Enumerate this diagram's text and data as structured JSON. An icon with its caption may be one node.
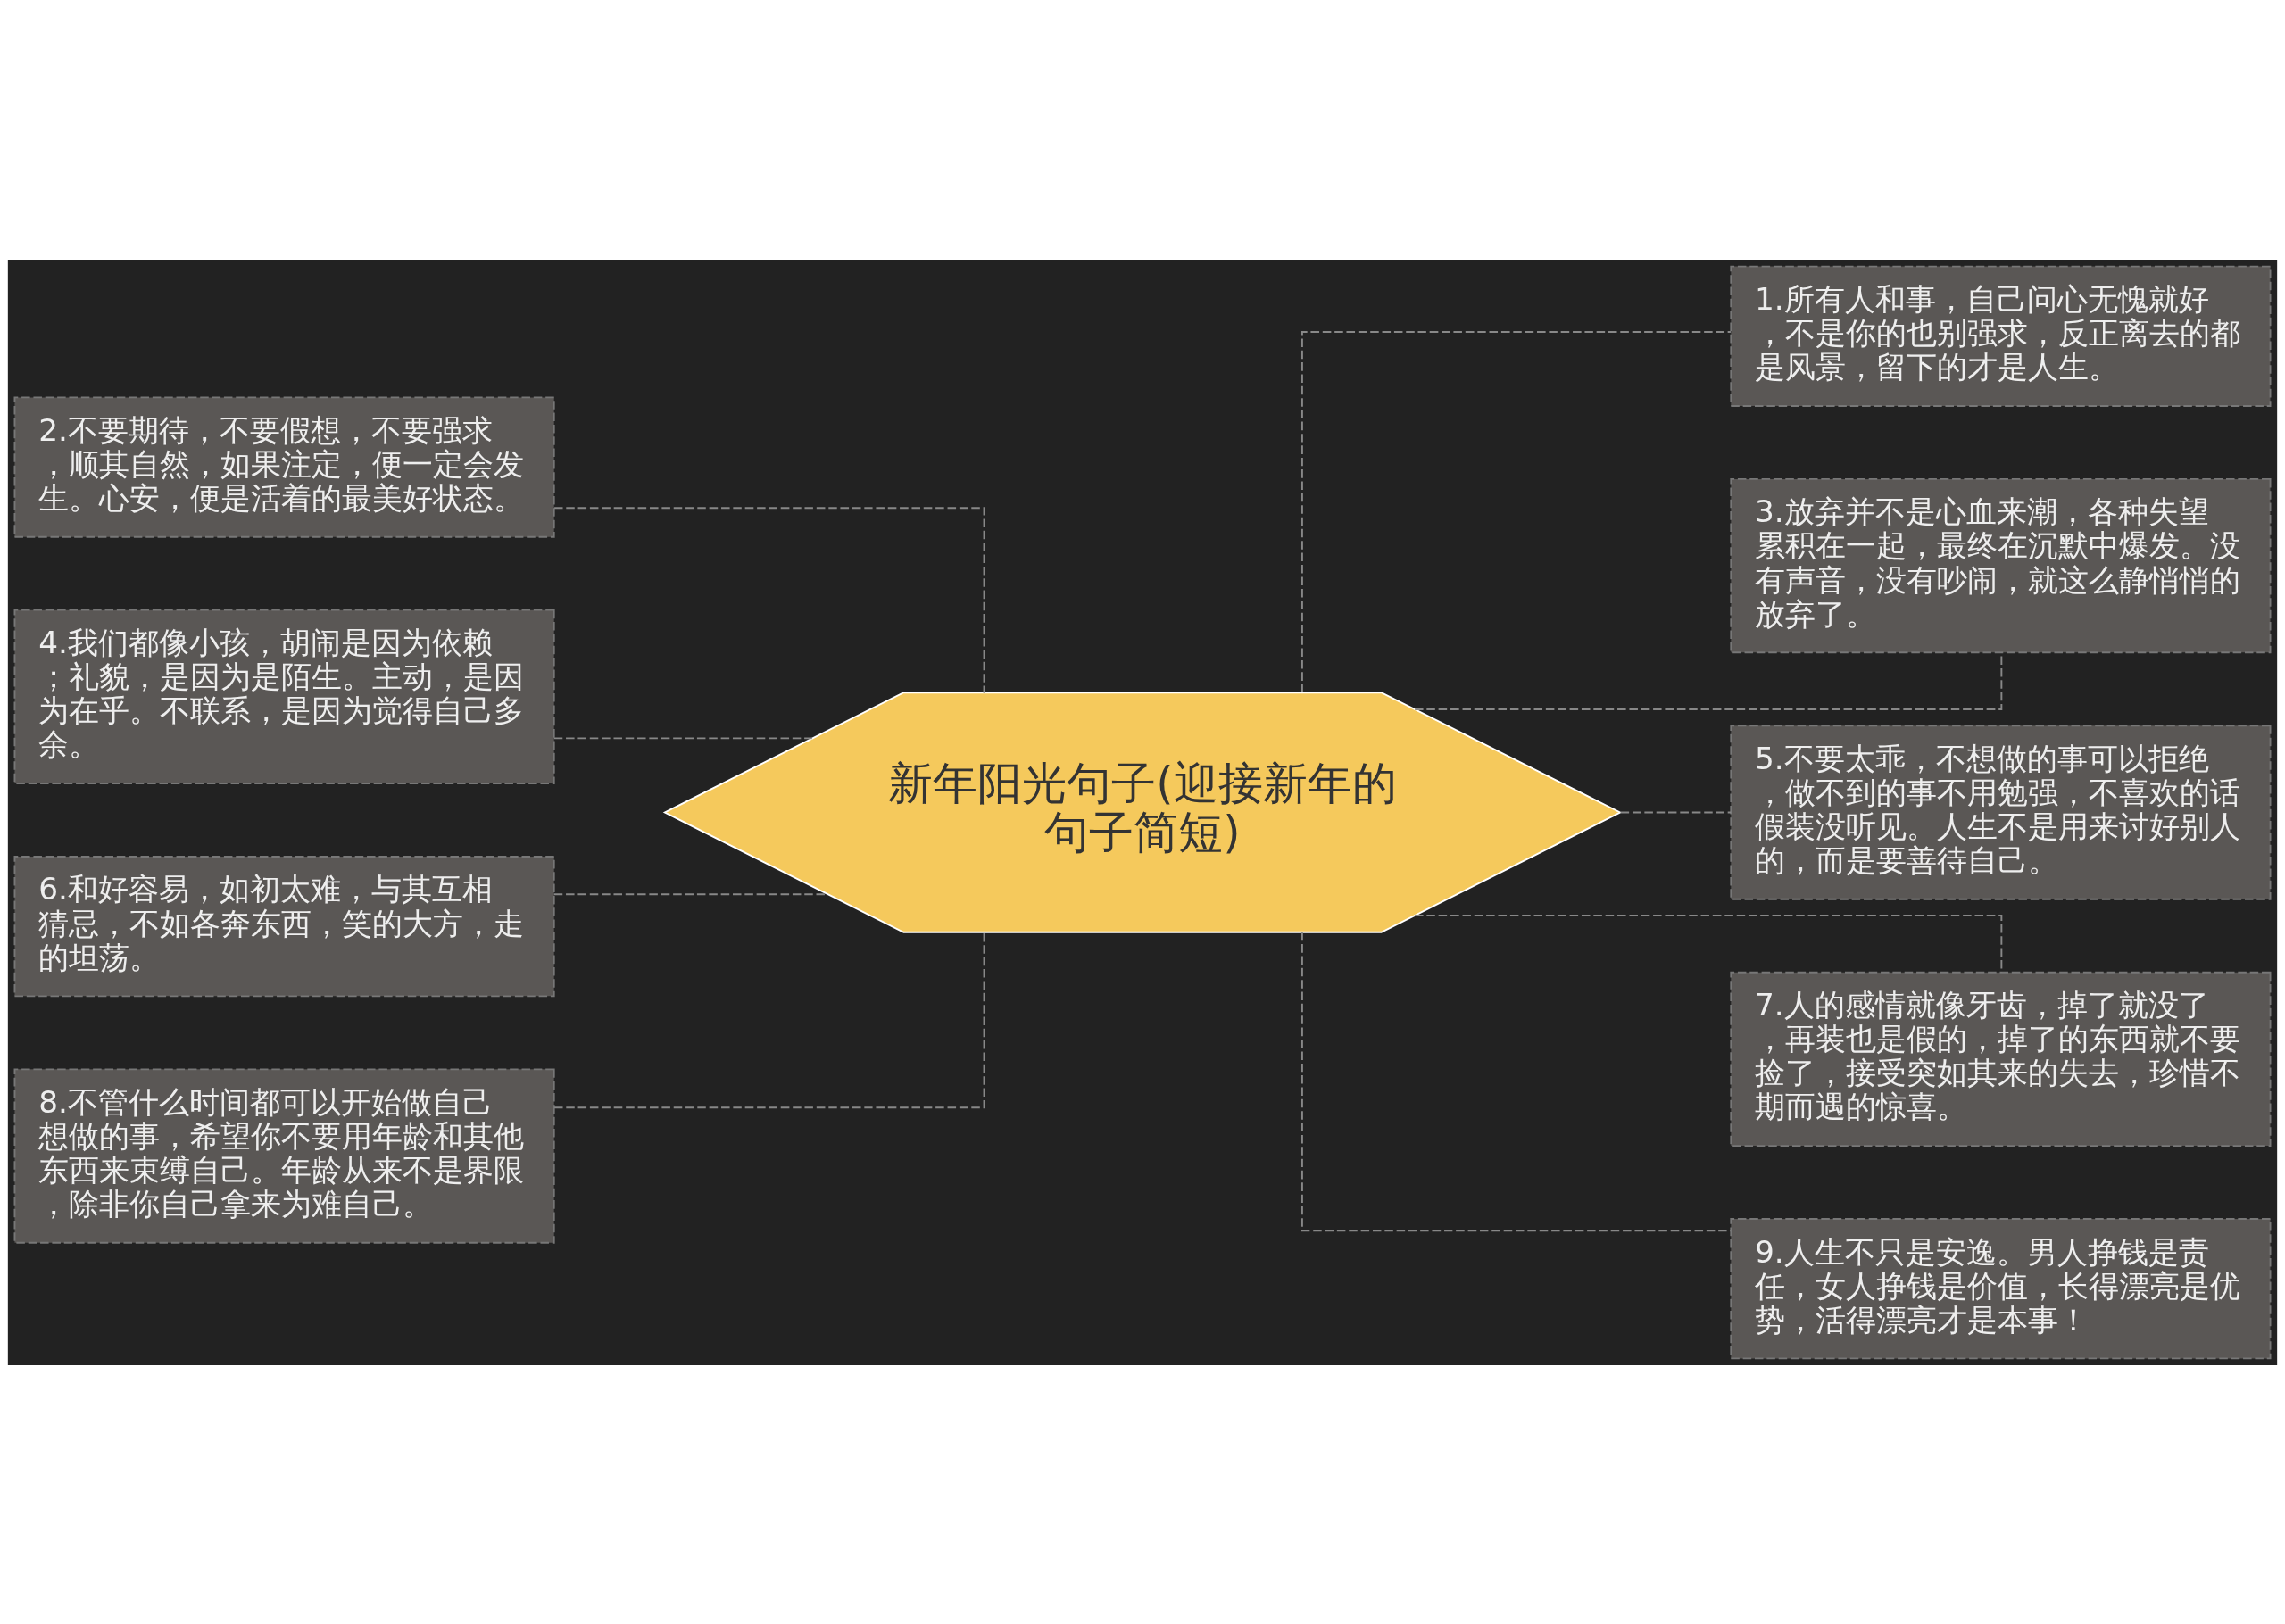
{
  "diagram": {
    "nodes": [
      {
        "text": [
          "新年阳光句子(迎接新年的句子简短)"
        ]
      },
      {
        "text": [
          "1.所有人和事，自己问心无愧就好，不是你的也别强求，反正离去的都是风景，留下的才是人生。"
        ]
      },
      {
        "text": [
          "2.不要期待，不要假想，不要强求，顺其自然，如果注定，便一定会发生。心安，便是活着的最美好状态。"
        ]
      },
      {
        "text": [
          "3.放弃并不是心血来潮，各种失望累积在一起，最终在沉默中爆发。没有声音，没有吵闹，就这么静悄悄的放弃了。"
        ]
      },
      {
        "text": [
          "4.我们都像小孩，胡闹是因为依赖；礼貌，是因为是陌生。主动，是因为在乎。不联系，是因为觉得自己多余。"
        ]
      },
      {
        "text": [
          "5.不要太乖，不想做的事可以拒绝，做不到的事不用勉强，不喜欢的话假装没听见。人生不是用来讨好别人的，而是要善待自己。"
        ]
      },
      {
        "text": [
          "6.和好容易，如初太难，与其互相猜忌，不如各奔东西，笑的大方，走的坦荡。"
        ]
      },
      {
        "text": [
          "7.人的感情就像牙齿，掉了就没了，再装也是假的，掉了的东西就不要捡了，接受突如其来的失去，珍惜不期而遇的惊喜。"
        ]
      },
      {
        "text": [
          "8.不管什么时间都可以开始做自己想做的事，希望你不要用年龄和其他东西来束缚自己。年龄从来不是界限，除非你自己拿来为难自己。"
        ]
      },
      {
        "text": [
          "9.人生不只是安逸。男人挣钱是责任，女人挣钱是价值，长得漂亮是优势，活得漂亮才是本事！"
        ]
      }
    ],
    "edges": [
      {
        "from": 0,
        "to": 1,
        "arrow": "none",
        "style": "dashed"
      },
      {
        "from": 0,
        "to": 2,
        "arrow": "none",
        "style": "dashed"
      },
      {
        "from": 0,
        "to": 3,
        "arrow": "none",
        "style": "dashed"
      },
      {
        "from": 0,
        "to": 4,
        "arrow": "none",
        "style": "dashed"
      },
      {
        "from": 0,
        "to": 5,
        "arrow": "none",
        "style": "dashed"
      },
      {
        "from": 0,
        "to": 6,
        "arrow": "none",
        "style": "dashed"
      },
      {
        "from": 0,
        "to": 7,
        "arrow": "none",
        "style": "dashed"
      },
      {
        "from": 0,
        "to": 8,
        "arrow": "none",
        "style": "dashed"
      },
      {
        "from": 0,
        "to": 9,
        "arrow": "none",
        "style": "dashed"
      }
    ]
  }
}
